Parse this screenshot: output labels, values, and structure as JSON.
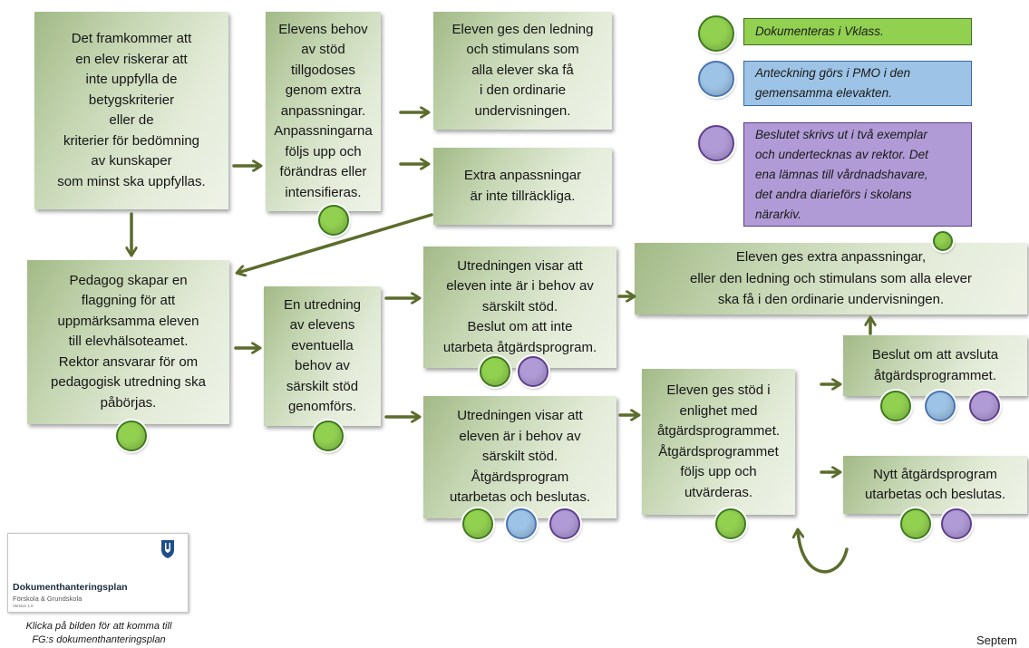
{
  "colors": {
    "green": "#92d050",
    "blue": "#9dc3e6",
    "purple": "#b09bd6",
    "arrow": "#5b6c2c",
    "box_dark": "#a2b986",
    "box_light": "#eef3e7"
  },
  "flow": {
    "risk_identified": {
      "text": "Det framkommer att\nen elev riskerar att\ninte uppfylla de\nbetygskriterier\neller de\nkriterier för bedömning\nav kunskaper\nsom minst ska uppfyllas.",
      "markers": []
    },
    "extra_adaptations": {
      "text": "Elevens behov\nav stöd\ntillgodoses\ngenom extra\nanpassningar.\nAnpassningarna\nföljs upp och\nförändras eller\nintensifieras.",
      "markers": [
        "green"
      ]
    },
    "ordinary_teaching": {
      "text": "Eleven ges den ledning\noch stimulans som\nalla elever ska få\ni den ordinarie\nundervisningen.",
      "markers": []
    },
    "adaptations_insufficient": {
      "text": "Extra anpassningar\när inte tillräckliga.",
      "markers": []
    },
    "flagging": {
      "text": "Pedagog skapar en\nflaggning för att\nuppmärksamma eleven\ntill elevhälsoteamet.\nRektor ansvarar för om\npedagogisk utredning ska\npåbörjas.",
      "markers": [
        "green"
      ]
    },
    "investigation": {
      "text": "En utredning\nav elevens\neventuella\nbehov av\nsärskilt stöd\ngenomförs.",
      "markers": [
        "green"
      ]
    },
    "no_special_support": {
      "text": "Utredningen visar att\neleven inte är i behov av\nsärskilt stöd.\nBeslut om att inte\nutarbeta åtgärdsprogram.",
      "markers": [
        "green",
        "purple"
      ]
    },
    "outcome_extra_adaptations": {
      "text": "Eleven ges extra anpassningar,\neller den ledning och stimulans som alla elever\nska få i den ordinarie undervisningen.",
      "markers": [
        "green"
      ]
    },
    "special_support_needed": {
      "text": "Utredningen visar att\neleven är i behov av\nsärskilt stöd.\nÅtgärdsprogram\nutarbetas och beslutas.",
      "markers": [
        "green",
        "blue",
        "purple"
      ]
    },
    "support_given": {
      "text": "Eleven ges stöd i\nenlighet med\nåtgärdsprogrammet.\nÅtgärdsprogrammet\nföljs upp och\nutvärderas.",
      "markers": [
        "green"
      ]
    },
    "end_program": {
      "text": "Beslut om att avsluta\nåtgärdsprogrammet.",
      "markers": [
        "green",
        "blue",
        "purple"
      ]
    },
    "new_program": {
      "text": "Nytt åtgärdsprogram\nutarbetas och beslutas.",
      "markers": [
        "green",
        "purple"
      ]
    }
  },
  "legend": {
    "green": {
      "icon": "green-circle-icon",
      "text": "Dokumenteras i Vklass."
    },
    "blue": {
      "icon": "blue-circle-icon",
      "text": "Anteckning görs i PMO i den\ngemensamma elevakten."
    },
    "purple": {
      "icon": "purple-circle-icon",
      "text": "Beslutet skrivs ut i två exemplar\noch undertecknas av rektor. Det\nena lämnas till vårdnadshavare,\ndet andra diarieförs i skolans\nnärarkiv."
    }
  },
  "thumbnail": {
    "logo_icon": "shield-logo-icon",
    "title": "Dokumenthanteringsplan",
    "subtitle": "Förskola & Grundskola",
    "version": "Version 1.0"
  },
  "caption": "Klicka på bilden för att komma till\nFG:s dokumenthanteringsplan",
  "footer": "Septem"
}
